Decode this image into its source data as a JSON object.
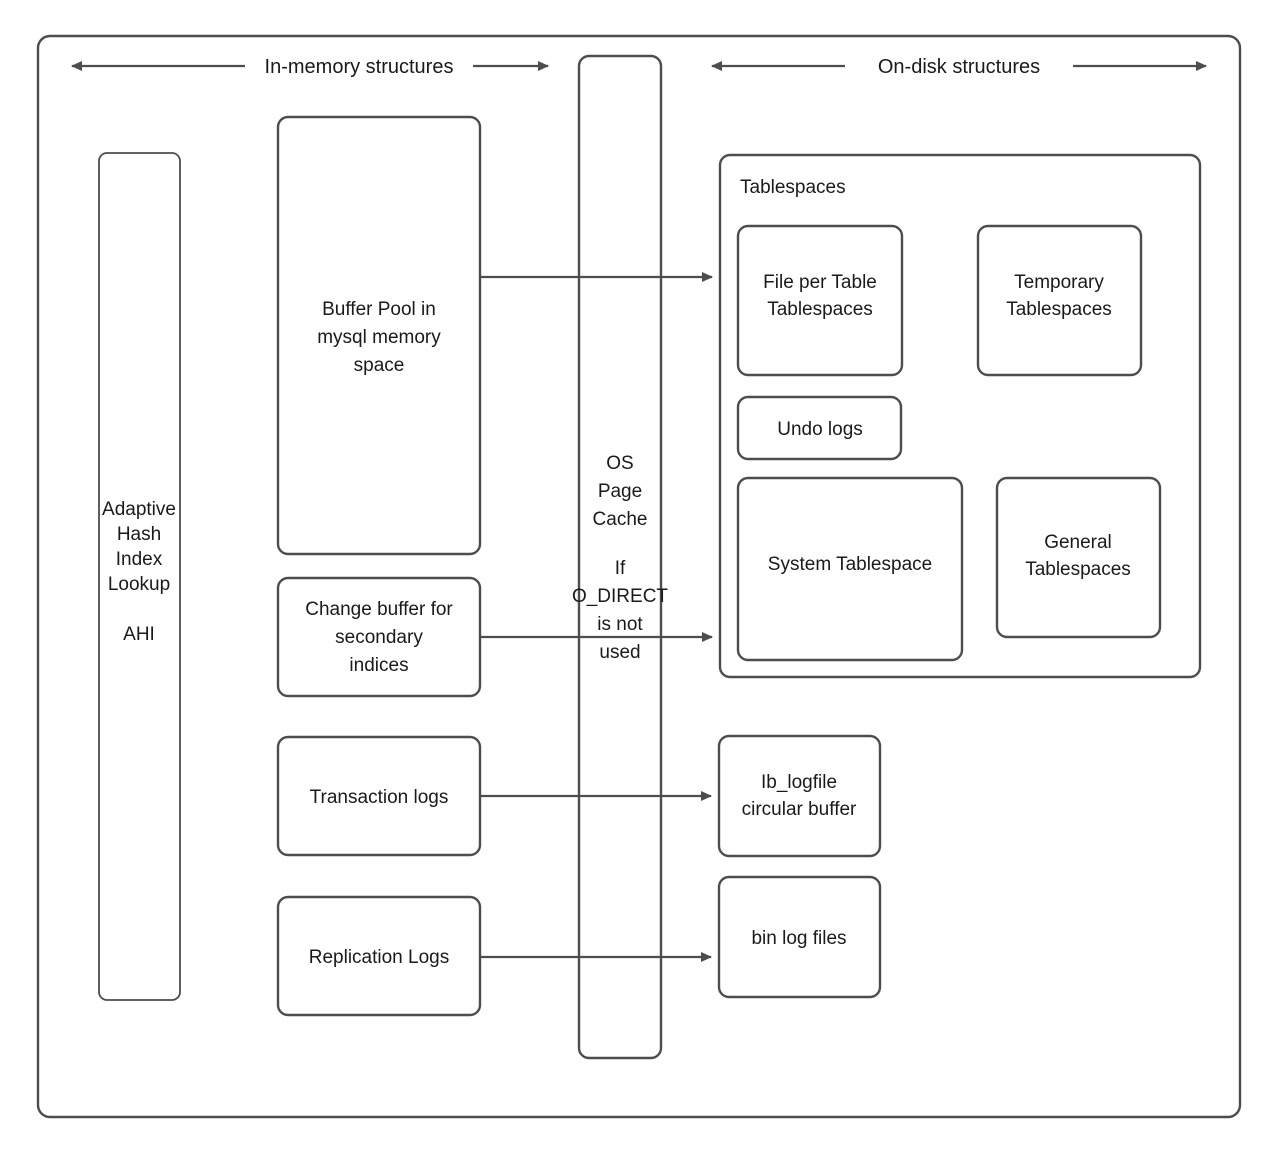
{
  "diagram": {
    "title_left": "In-memory structures",
    "title_right": "On-disk structures",
    "outer_container_name": "mysql-innodb-architecture",
    "accent_stroke": "#4d4d4d",
    "text_color": "#1a1a1a",
    "background": "#ffffff"
  },
  "in_memory": {
    "ahi": {
      "line1": "Adaptive",
      "line2": "Hash",
      "line3": "Index",
      "line4": "Lookup",
      "line5": "AHI"
    },
    "buffer_pool": {
      "line1": "Buffer Pool in",
      "line2": "mysql memory",
      "line3": "space"
    },
    "change_buffer": {
      "line1": "Change buffer for",
      "line2": "secondary",
      "line3": "indices"
    },
    "transaction_logs": {
      "line1": "Transaction logs"
    },
    "replication_logs": {
      "line1": "Replication Logs"
    }
  },
  "os_page_cache": {
    "line1": "OS",
    "line2": "Page",
    "line3": "Cache",
    "line4": "If",
    "line5": "O_DIRECT",
    "line6": "is not",
    "line7": "used"
  },
  "on_disk": {
    "tablespaces_group_label": "Tablespaces",
    "file_per_table": {
      "line1": "File per Table",
      "line2": "Tablespaces"
    },
    "temporary": {
      "line1": "Temporary",
      "line2": "Tablespaces"
    },
    "undo_logs": {
      "line1": "Undo logs"
    },
    "system_tablespace": {
      "line1": "System Tablespace"
    },
    "general_tablespaces": {
      "line1": "General",
      "line2": "Tablespaces"
    },
    "ib_logfile": {
      "line1": "Ib_logfile",
      "line2": "circular buffer"
    },
    "bin_log_files": {
      "line1": "bin log files"
    }
  },
  "connections": [
    {
      "from": "buffer-pool",
      "to": "file-per-table-tablespaces"
    },
    {
      "from": "change-buffer",
      "to": "system-tablespace"
    },
    {
      "from": "transaction-logs",
      "to": "ib-logfile-circular-buffer"
    },
    {
      "from": "replication-logs",
      "to": "bin-log-files"
    }
  ]
}
